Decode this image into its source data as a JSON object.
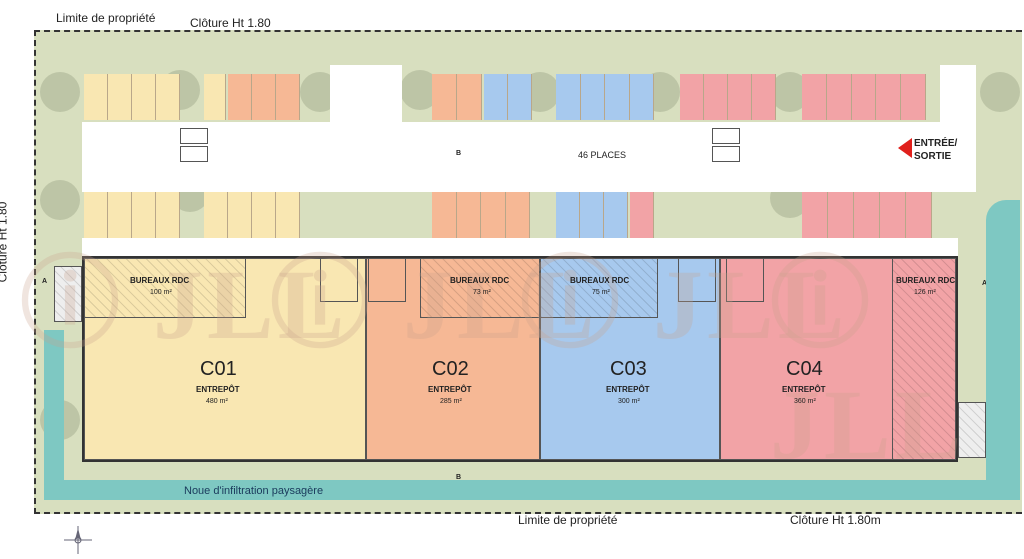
{
  "boundary": {
    "top_label": "Limite de propriété",
    "bottom_label": "Limite de propriété",
    "fence_top": "Clôture Ht 1.80",
    "fence_left": "Clôture Ht 1.80",
    "fence_bottom": "Clôture Ht 1.80m"
  },
  "parking": {
    "label": "46 PLACES"
  },
  "entrance": {
    "line1": "ENTRÉE/",
    "line2": "SORTIE"
  },
  "section_marker": "B",
  "axis_marker": "A",
  "noue_label": "Noue d'infiltration paysagère",
  "units": [
    {
      "name": "C01",
      "type": "ENTREPÔT",
      "area": "480 m²",
      "office": "BUREAUX RDC",
      "office_area": "100 m²",
      "color": "#f9e7b2"
    },
    {
      "name": "C02",
      "type": "ENTREPÔT",
      "area": "285 m²",
      "office": "BUREAUX RDC",
      "office_area": "73 m²",
      "color": "#f6b895"
    },
    {
      "name": "C03",
      "type": "ENTREPÔT",
      "area": "300 m²",
      "office": "BUREAUX RDC",
      "office_area": "75 m²",
      "color": "#a7c9ee"
    },
    {
      "name": "C04",
      "type": "ENTREPÔT",
      "area": "360 m²",
      "office": "BUREAUX RDC",
      "office_area": "126 m²",
      "color": "#f2a3a6"
    }
  ],
  "watermark": "JLL",
  "colors": {
    "green": "#d8dfbf",
    "water": "#7ec8c2",
    "entrance_arrow": "#e0201c"
  }
}
